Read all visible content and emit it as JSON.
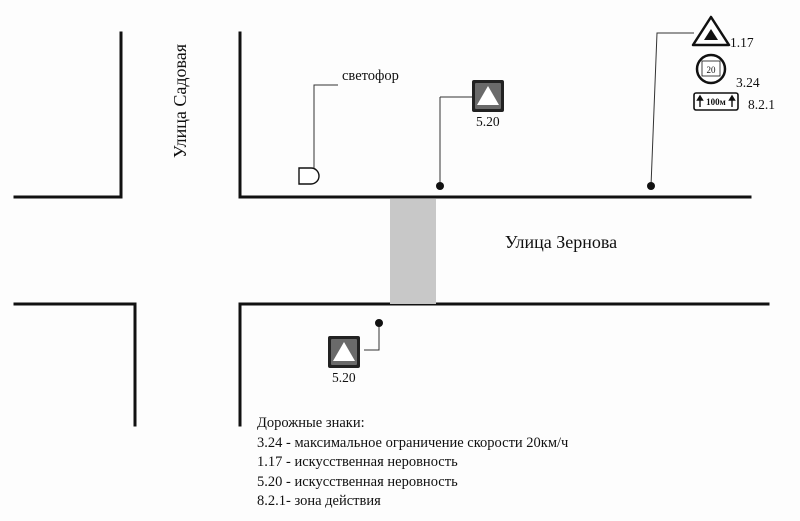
{
  "streets": {
    "sadovaya": "Улица Садовая",
    "zernova": "Улица Зернова"
  },
  "traffic_light": {
    "label": "светофор"
  },
  "signs": {
    "sign_5_20_north": {
      "code": "5.20"
    },
    "sign_5_20_south": {
      "code": "5.20"
    },
    "sign_1_17": {
      "code": "1.17"
    },
    "sign_3_24": {
      "code": "3.24",
      "speed": "20"
    },
    "sign_8_2_1": {
      "code": "8.2.1",
      "plate_text": "100м"
    }
  },
  "legend": {
    "title": "Дорожные знаки:",
    "items": [
      "3.24 - максимальное ограничение скорости  20км/ч",
      "1.17 - искусственная неровность",
      "5.20 - искусственная неровность",
      "8.2.1- зона действия"
    ]
  },
  "colors": {
    "line": "#111111",
    "crosswalk": "#c8c8c8",
    "background": "#fdfdfd"
  }
}
